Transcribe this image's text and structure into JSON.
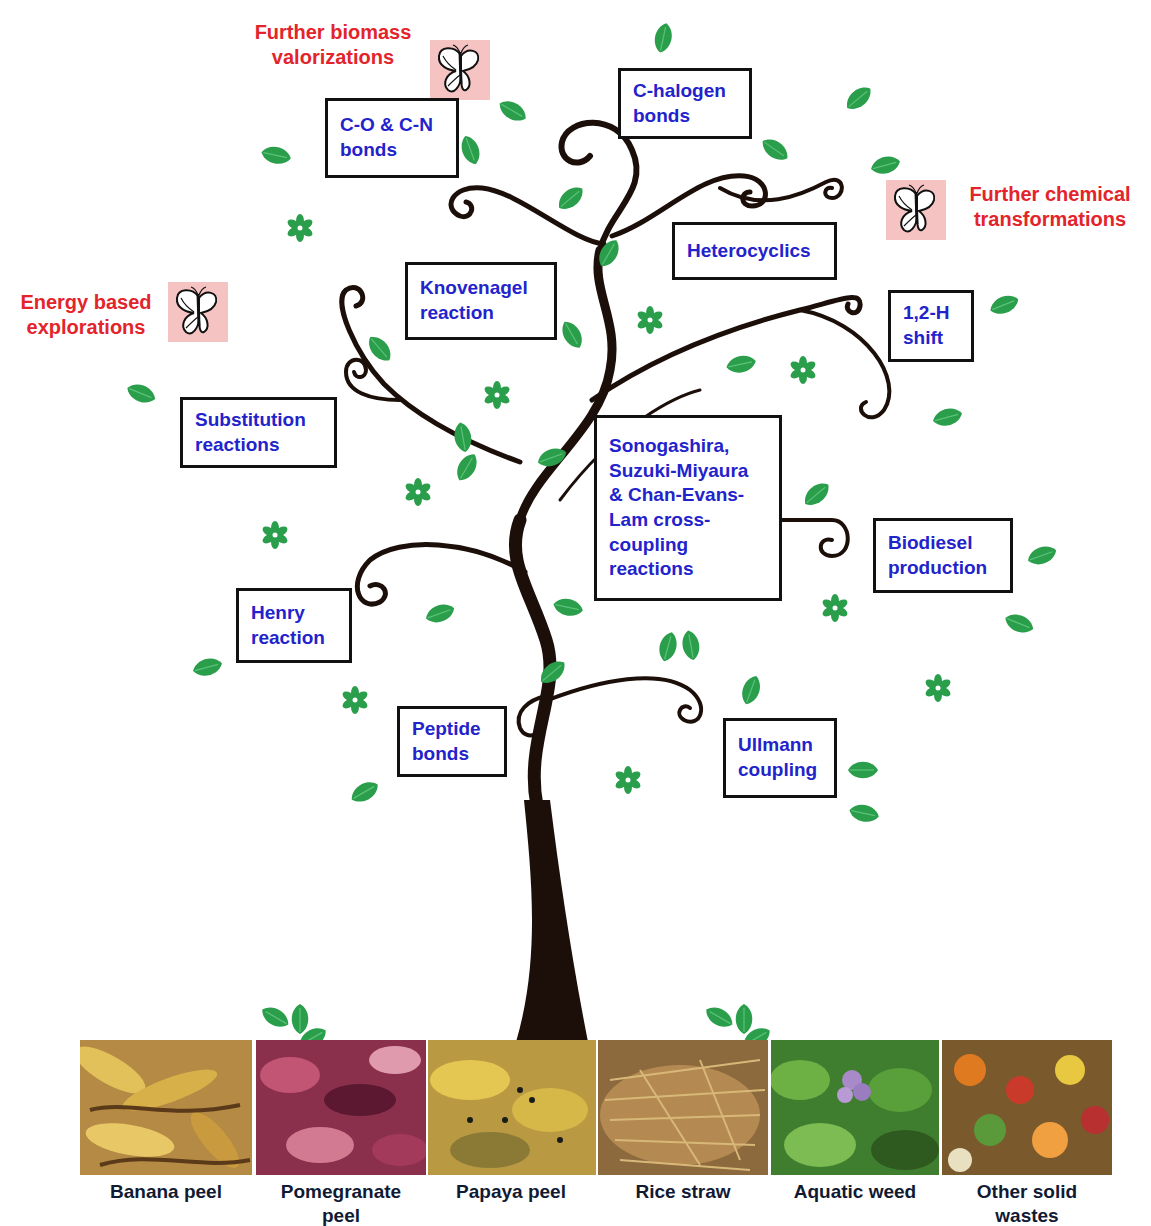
{
  "diagram": {
    "nodes": [
      {
        "text": [
          "C-O & C-N bonds"
        ]
      },
      {
        "text": [
          "C-halogen bonds"
        ]
      },
      {
        "text": [
          "Heterocyclics"
        ]
      },
      {
        "text": [
          "Knovenagel reaction"
        ]
      },
      {
        "text": [
          "1,2-H shift"
        ]
      },
      {
        "text": [
          "Substitution reactions"
        ]
      },
      {
        "text": [
          "Sonogashira, Suzuki-Miyaura & Chan-Evans-Lam cross-coupling reactions"
        ]
      },
      {
        "text": [
          "Biodiesel production"
        ]
      },
      {
        "text": [
          "Henry reaction"
        ]
      },
      {
        "text": [
          "Peptide bonds"
        ]
      },
      {
        "text": [
          "Ullmann coupling"
        ]
      }
    ],
    "labels": [
      "Further biomass valorizations",
      "Further chemical transformations",
      "Energy based explorations",
      "Banana peel",
      "Pomegranate peel",
      "Papaya peel",
      "Rice straw",
      "Aquatic weed",
      "Other solid wastes"
    ]
  }
}
